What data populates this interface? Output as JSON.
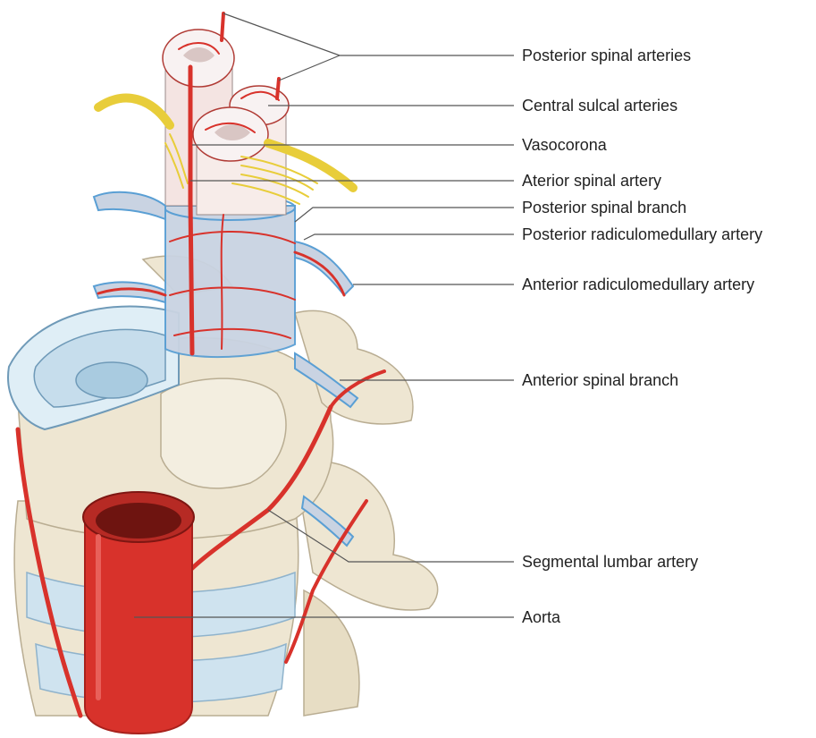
{
  "labels": {
    "posterior_spinal_arteries": "Posterior spinal arteries",
    "central_sulcal_arteries": "Central sulcal arteries",
    "vasocorona": "Vasocorona",
    "anterior_spinal_artery": "Aterior spinal artery",
    "posterior_spinal_branch": "Posterior spinal branch",
    "posterior_radiculomedullary_artery": "Posterior radiculomedullary artery",
    "anterior_radiculomedullary_artery": "Anterior radiculomedullary artery",
    "anterior_spinal_branch": "Anterior spinal branch",
    "segmental_lumbar_artery": "Segmental lumbar artery",
    "aorta": "Aorta"
  },
  "colors": {
    "artery": "#d8322b",
    "artery_dark": "#a8211c",
    "bone": "#eee6d2",
    "bone_shadow": "#d9ceb4",
    "disc": "#cfe3ef",
    "dura": "#c9d3e2",
    "nerve": "#e8cd3a",
    "cord": "#f4e4e2",
    "vein": "#5a9fd4",
    "leader": "#555555"
  }
}
